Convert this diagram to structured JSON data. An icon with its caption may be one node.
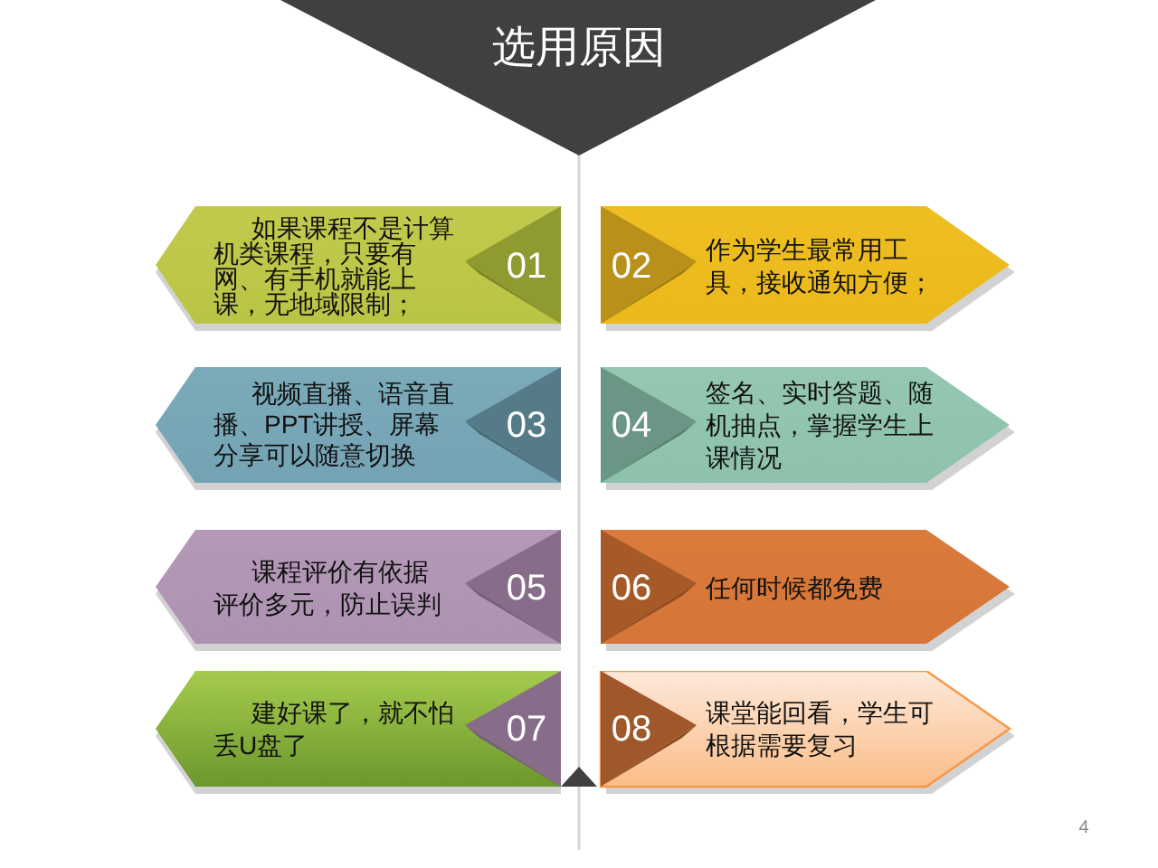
{
  "diagram": {
    "title": "选用原因",
    "nodes": [
      {
        "text": [
          "如果课程不是计算机类课程，只要有网、有手机就能上课，无地域限制；"
        ]
      },
      {
        "text": [
          "01"
        ],
        "in": 0
      },
      {
        "text": [
          "作为学生最常用工具，接收通知方便；"
        ]
      },
      {
        "text": [
          "02"
        ],
        "in": 2
      },
      {
        "text": [
          "视频直播、语音直播、PPT讲授、屏幕分享可以随意切换"
        ]
      },
      {
        "text": [
          "03"
        ],
        "in": 4
      },
      {
        "text": [
          "签名、实时答题、随机抽点，掌握学生上课情况"
        ]
      },
      {
        "text": [
          "04"
        ],
        "in": 6
      },
      {
        "text": [
          "课程评价有依据评价多元，防止误判"
        ]
      },
      {
        "text": [
          "05"
        ],
        "in": 8
      },
      {
        "text": [
          "任何时候都免费"
        ]
      },
      {
        "text": [
          "06"
        ],
        "in": 10
      },
      {
        "text": [
          "建好课了，就不怕丢U盘了"
        ]
      },
      {
        "text": [
          "07"
        ],
        "in": 12
      },
      {
        "text": [
          "课堂能回看，学生可根据需要复习"
        ]
      },
      {
        "text": [
          "08"
        ],
        "in": 14
      }
    ],
    "labels": [
      "4"
    ]
  }
}
